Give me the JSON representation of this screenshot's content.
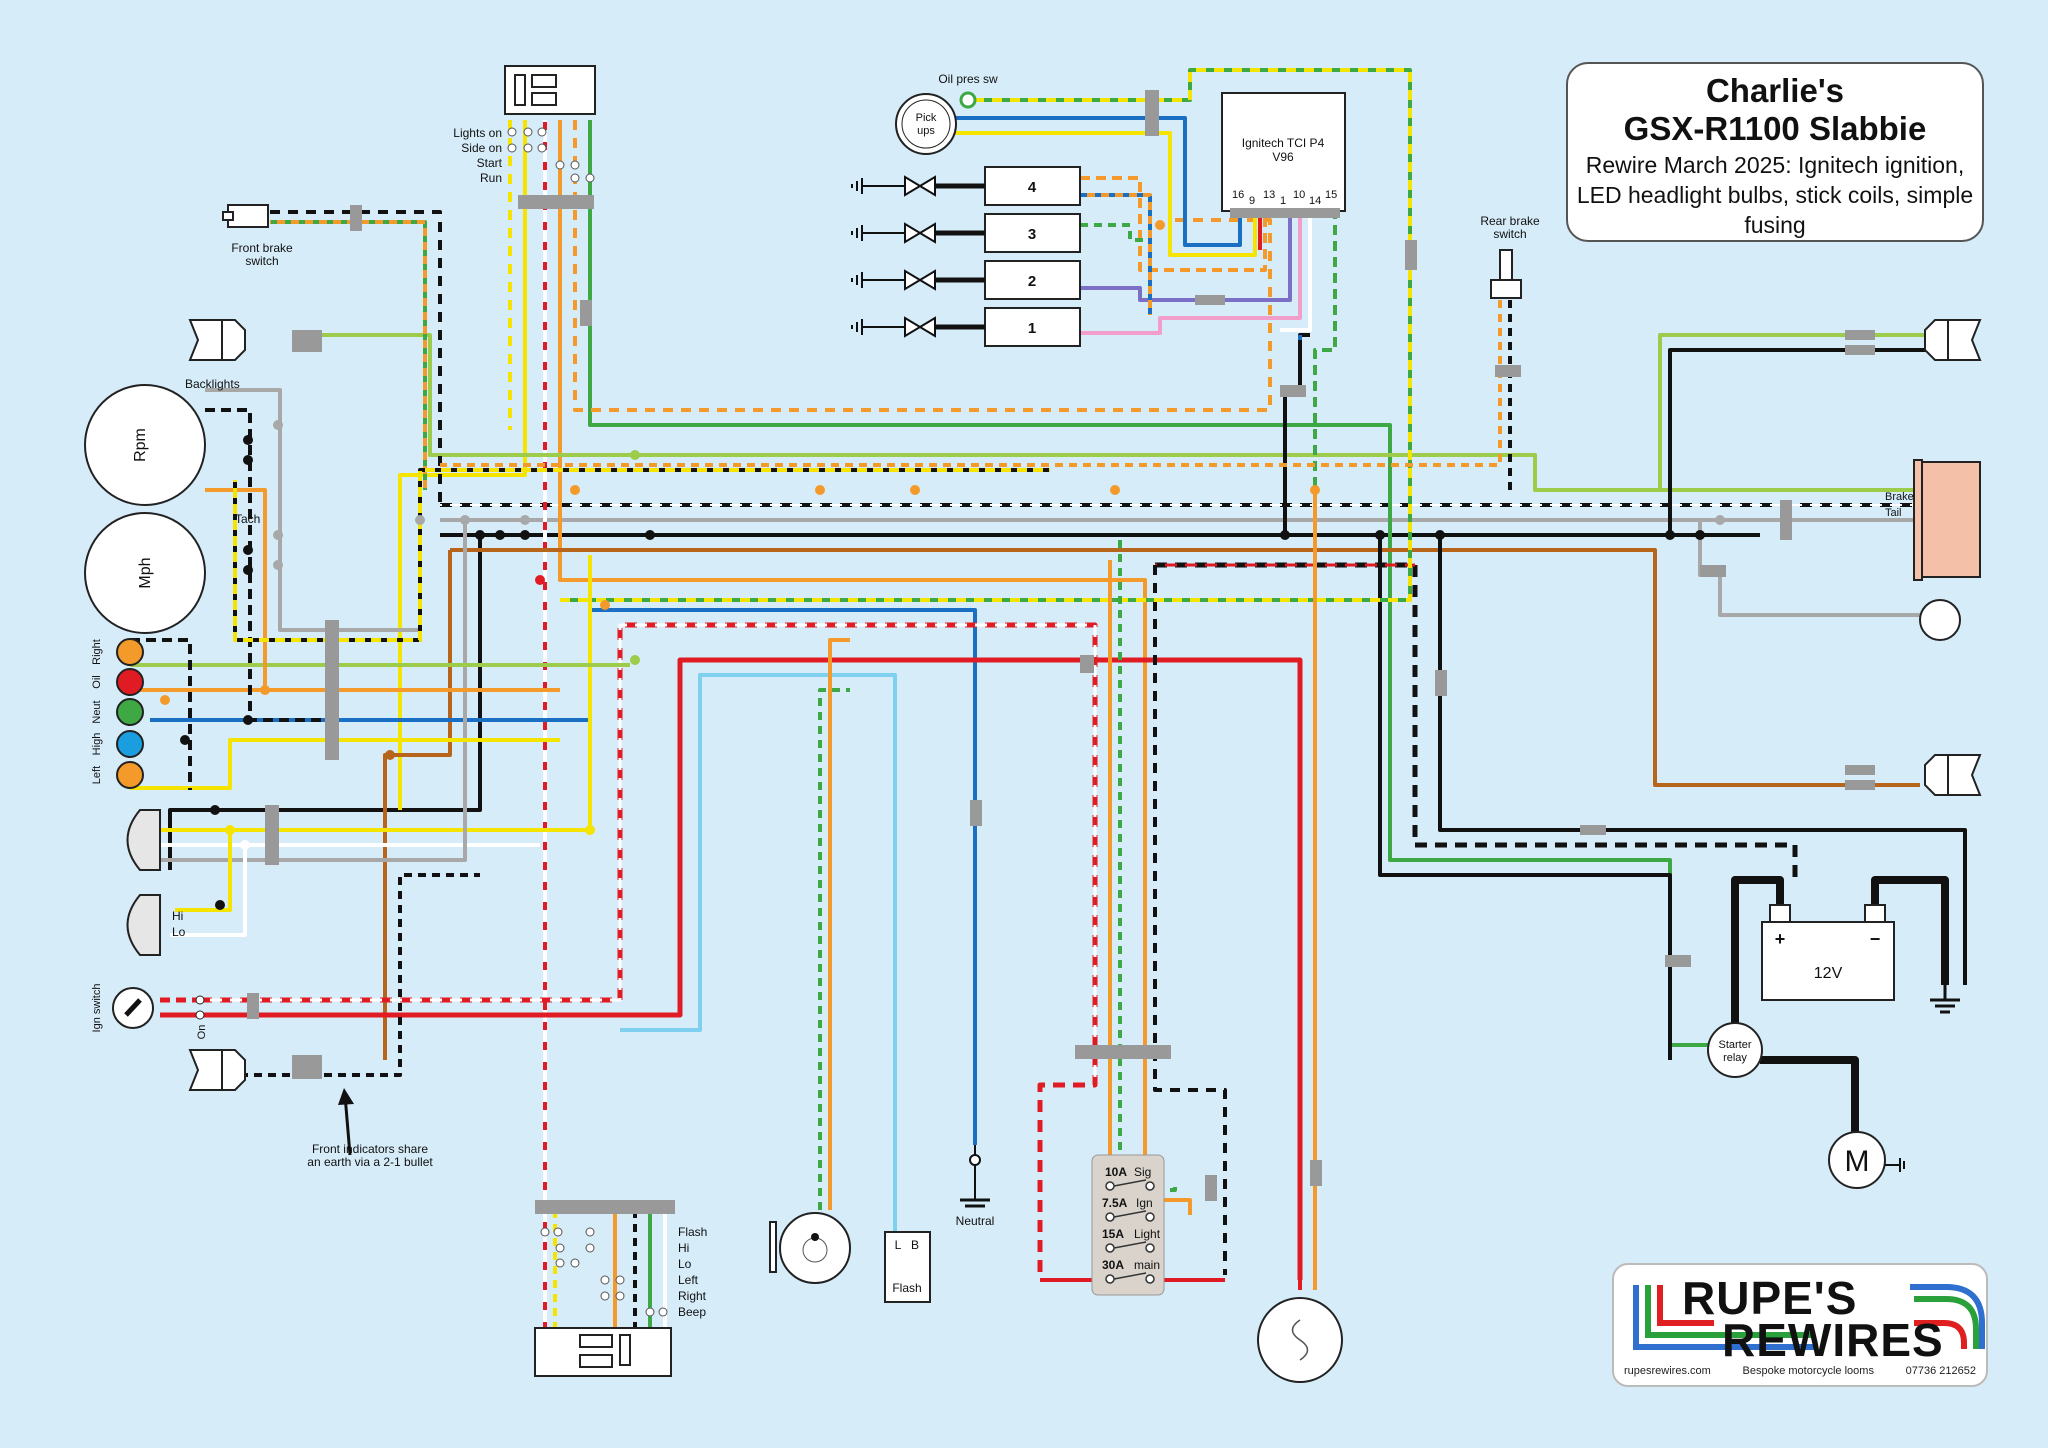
{
  "title": {
    "line1": "Charlie's",
    "line2": "GSX-R1100 Slabbie",
    "line3": "Rewire March 2025: Ignitech ignition, LED headlight bulbs, stick coils, simple fusing"
  },
  "logo": {
    "name1": "RUPE'S",
    "name2": "REWIRES",
    "website": "rupesrewires.com",
    "tagline": "Bespoke motorcycle looms",
    "phone": "07736 212652",
    "stripe_colors": [
      "#2e6fd0",
      "#2aa03a",
      "#e02020"
    ]
  },
  "labels": {
    "oil_pres_sw": "Oil pres sw",
    "pickups": [
      "Pick",
      "ups"
    ],
    "ecu": [
      "Ignitech TCI P4",
      "V96"
    ],
    "ecu_pins": [
      "16",
      "9",
      "13",
      "1",
      "10",
      "14",
      "15"
    ],
    "coils": [
      "4",
      "3",
      "2",
      "1"
    ],
    "switch_right": [
      "Lights on",
      "Side on",
      "Start",
      "Run"
    ],
    "front_brake": [
      "Front brake",
      "switch"
    ],
    "rear_brake": [
      "Rear brake",
      "switch"
    ],
    "backlights": "Backlights",
    "rpm": "Rpm",
    "mph": "Mph",
    "tach": "Tach",
    "warning_lights": [
      "Right",
      "Oil",
      "Neut",
      "High",
      "Left"
    ],
    "headlight_hi": "Hi",
    "headlight_lo": "Lo",
    "ign_switch": "Ign switch",
    "ign_on": "On",
    "front_ind_note": [
      "Front indicators share",
      "an earth via a 2-1 bullet"
    ],
    "switch_left": [
      "Flash",
      "Hi",
      "Lo",
      "Left",
      "Right",
      "Beep"
    ],
    "flasher": [
      "L",
      "B",
      "Flash"
    ],
    "neutral": "Neutral",
    "fuses": [
      {
        "rating": "10A",
        "name": "Sig"
      },
      {
        "rating": "7.5A",
        "name": "Ign"
      },
      {
        "rating": "15A",
        "name": "Light"
      },
      {
        "rating": "30A",
        "name": "main"
      }
    ],
    "brake_tail": [
      "Brake",
      "Tail"
    ],
    "battery": "12V",
    "battery_plus": "+",
    "battery_minus": "−",
    "starter_relay": [
      "Starter",
      "relay"
    ],
    "motor": "M"
  },
  "colors": {
    "background": "#d6ecf9",
    "black": "#111111",
    "red": "#e01b24",
    "orange": "#f39a2b",
    "yellow": "#f5e400",
    "green": "#3ea845",
    "lightgreen": "#9ccc4a",
    "blue": "#1a6fc2",
    "lightblue": "#7fd0ee",
    "grey": "#a8a8a8",
    "brown": "#b8651c",
    "white": "#ffffff",
    "pink": "#f29ecb",
    "purple": "#7b6fc6",
    "taillight": "#f5c0a8",
    "fusebox": "#d9d3cc"
  }
}
